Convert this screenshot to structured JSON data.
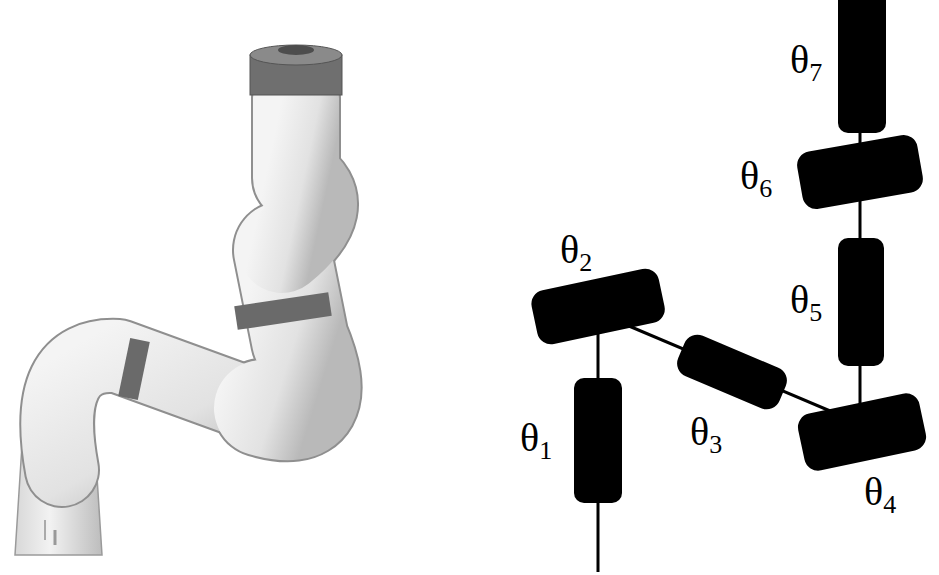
{
  "diagram": {
    "labels": [
      "θ7",
      "θ6",
      "θ5",
      "θ2",
      "θ3",
      "θ1",
      "θ4"
    ]
  }
}
